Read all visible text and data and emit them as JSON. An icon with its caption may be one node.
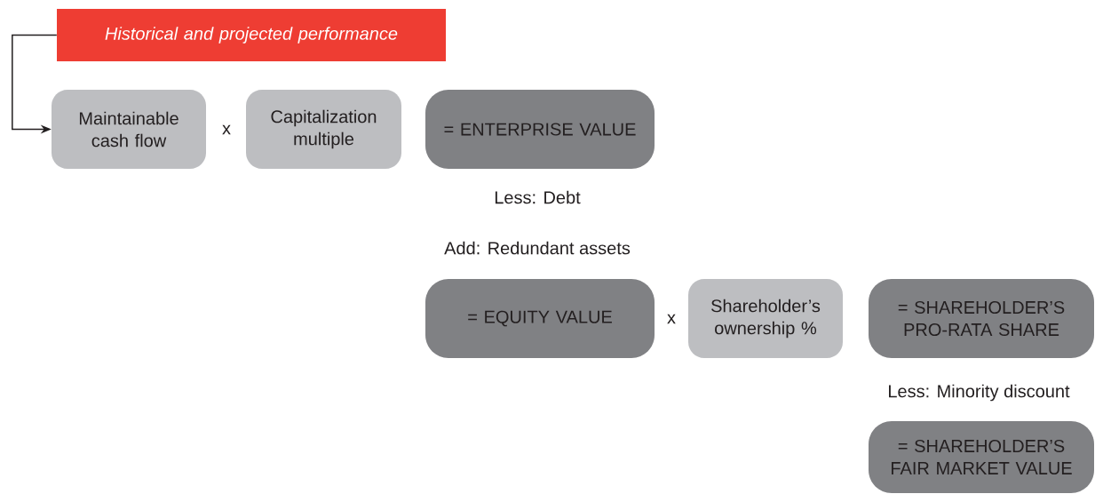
{
  "diagram": {
    "nodes": [
      {
        "text": [
          "Historical and projected performance"
        ]
      },
      {
        "text": [
          "Maintainable cash flow"
        ]
      },
      {
        "text": [
          "Capitalization multiple"
        ]
      },
      {
        "text": [
          "= ENTERPRISE VALUE"
        ]
      },
      {
        "text": [
          "= EQUITY VALUE"
        ]
      },
      {
        "text": [
          "Shareholder’s ownership %"
        ]
      },
      {
        "text": [
          "= SHAREHOLDER’S PRO-RATA SHARE"
        ]
      },
      {
        "text": [
          "= SHAREHOLDER’S FAIR MARKET VALUE"
        ]
      }
    ],
    "edges": [
      {
        "from": 0,
        "to": 1,
        "arrow": "to"
      }
    ],
    "labels": [
      "x",
      "Less: Debt",
      "Add: Redundant assets",
      "x",
      "Less: Minority discount"
    ]
  }
}
